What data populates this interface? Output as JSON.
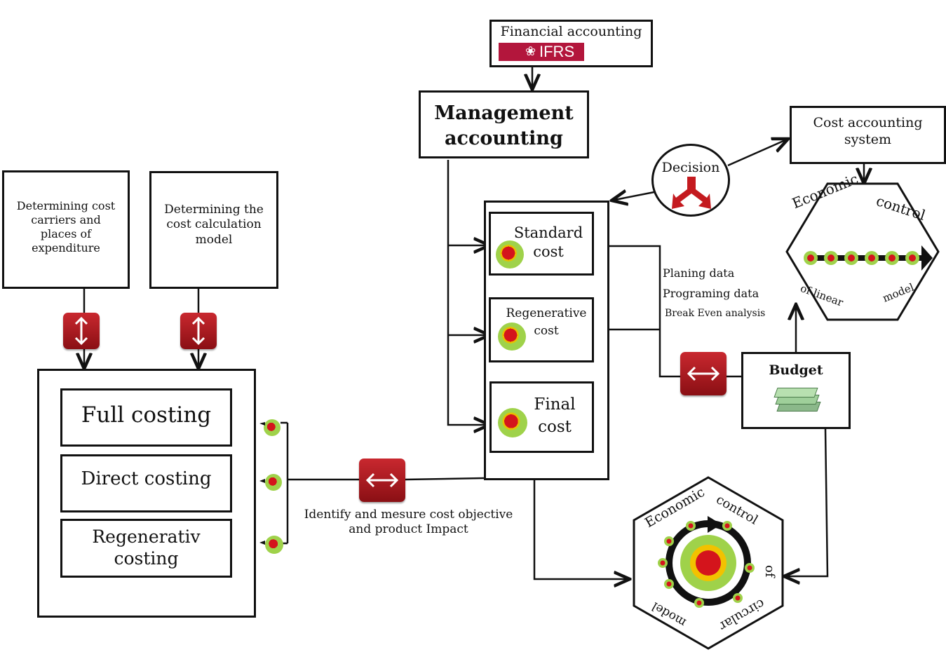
{
  "financial": {
    "title": "Financial accounting",
    "logo_text": "IFRS"
  },
  "management": {
    "title": "Management\naccounting"
  },
  "cost_system": {
    "title": "Cost accounting\nsystem"
  },
  "decision": {
    "label": "Decision"
  },
  "carriers": {
    "text": "Determining cost\ncarriers and\nplaces of\nexpenditure"
  },
  "model_box": {
    "text": "Determining the\ncost calculation\nmodel"
  },
  "costing": {
    "full": "Full costing",
    "direct": "Direct costing",
    "regen": "Regenerativ\ncosting"
  },
  "costs": {
    "standard": "Standard\ncost",
    "regenerative": "Regenerative\ncost",
    "final": "Final\ncost"
  },
  "analysis": {
    "planing": "Planing data",
    "programing": "Programing data",
    "break_even": "Break Even analysis"
  },
  "budget": {
    "label": "Budget"
  },
  "identify": {
    "text": "Identify and mesure cost objective\nand product Impact"
  },
  "linear_hex": {
    "economic": "Economic",
    "control": "control",
    "of_linear": "of linear",
    "model": "model"
  },
  "circular_hex": {
    "economic": "Economic",
    "control": "control",
    "of": "of",
    "circular": "circular",
    "model": "model"
  },
  "colors": {
    "accent_red": "#b3141c",
    "green": "#7ac143",
    "border": "#111111"
  }
}
